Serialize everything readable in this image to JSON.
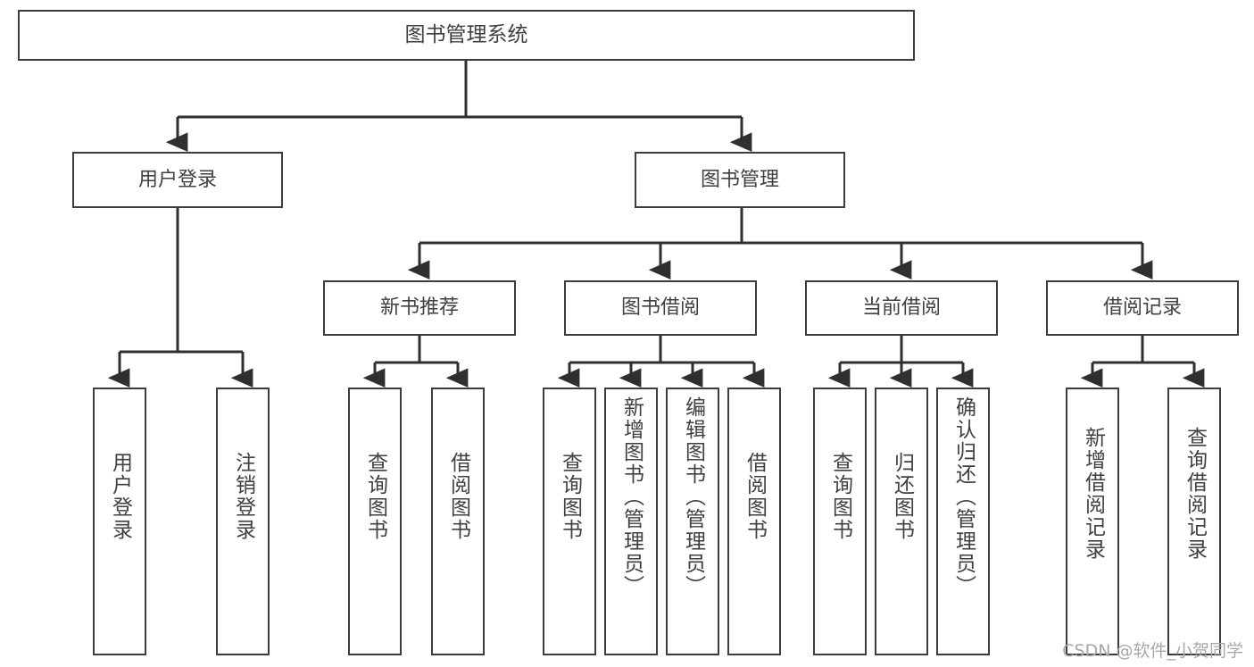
{
  "diagram": {
    "title": "图书管理系统",
    "type": "tree",
    "orientation": "top-down",
    "stroke_color": "#3c3c3c",
    "text_color": "#404040",
    "background_color": "#ffffff",
    "root": {
      "label": "图书管理系统"
    },
    "level2": [
      {
        "label": "用户登录"
      },
      {
        "label": "图书管理"
      }
    ],
    "level3": [
      {
        "label": "新书推荐"
      },
      {
        "label": "图书借阅"
      },
      {
        "label": "当前借阅"
      },
      {
        "label": "借阅记录"
      }
    ],
    "leaves": {
      "user_login": [
        {
          "label": "用户登录"
        },
        {
          "label": "注销登录"
        }
      ],
      "new_book": [
        {
          "label": "查询图书"
        },
        {
          "label": "借阅图书"
        }
      ],
      "book_borrow": [
        {
          "label": "查询图书"
        },
        {
          "label": "新增图书（管理员）"
        },
        {
          "label": "编辑图书（管理员）"
        },
        {
          "label": "借阅图书"
        }
      ],
      "current_borrow": [
        {
          "label": "查询图书"
        },
        {
          "label": "归还图书"
        },
        {
          "label": "确认归还（管理员）"
        }
      ],
      "borrow_record": [
        {
          "label": "新增借阅记录"
        },
        {
          "label": "查询借阅记录"
        }
      ]
    }
  },
  "watermark": {
    "text": "CSDN @软件_小贺同学"
  }
}
